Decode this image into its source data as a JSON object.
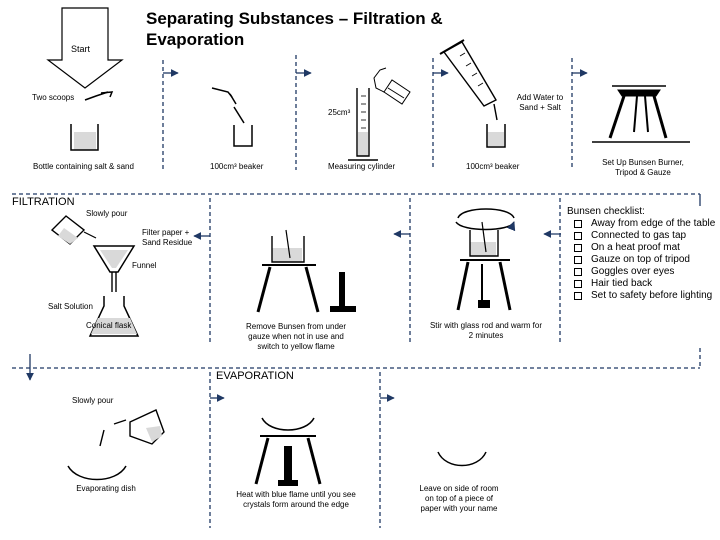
{
  "title": "Separating Substances – Filtration & Evaporation",
  "start_label": "Start",
  "labels": {
    "two_scoops": "Two scoops",
    "bottle": "Bottle containing salt & sand",
    "beaker_100_1": "100cm³ beaker",
    "volume_25": "25cm³",
    "measuring_cylinder": "Measuring cylinder",
    "add_water": "Add Water to Sand + Salt",
    "beaker_100_2": "100cm³ beaker",
    "setup": "Set Up Bunsen Burner, Tripod & Gauze",
    "slowly_pour_1": "Slowly pour",
    "filter_paper": "Filter paper + Sand Residue",
    "funnel": "Funnel",
    "salt_solution": "Salt Solution",
    "conical_flask": "Conical flask",
    "remove_bunsen": "Remove Bunsen from under gauze when not in use and switch to yellow flame",
    "stir": "Stir with glass rod and warm for 2 minutes",
    "slowly_pour_2": "Slowly pour",
    "evaporating_dish": "Evaporating dish",
    "heat": "Heat with blue flame until you see crystals form around the edge",
    "leave": "Leave on side of room on top of a piece of paper with your name"
  },
  "sections": {
    "filtration": "FILTRATION",
    "evaporation": "EVAPORATION"
  },
  "checklist": {
    "title": "Bunsen checklist:",
    "items": [
      "Away from edge of the table",
      "Connected to gas tap",
      "On a heat proof mat",
      "Gauze on top of tripod",
      "Goggles over eyes",
      "Hair tied back",
      "Set to safety before lighting"
    ]
  }
}
